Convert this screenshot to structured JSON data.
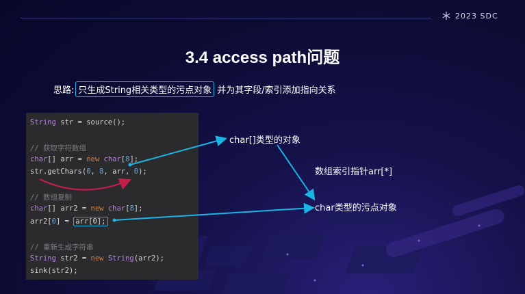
{
  "header": {
    "brand": "2023 SDC"
  },
  "slide": {
    "title": "3.4 access path问题",
    "thought_label": "思路:",
    "thought_highlight": "只生成String相关类型的污点对象",
    "thought_rest": "并为其字段/索引添加指向关系"
  },
  "code": {
    "line1_type": "String",
    "line1_rest": " str = source();",
    "comment1": "// 获取字符数组",
    "line3_type": "char",
    "line3_a": "[] arr = ",
    "line3_kw": "new",
    "line3_sp": " ",
    "line3_type2": "char",
    "line3_b": "[",
    "line3_num": "8",
    "line3_c": "];",
    "line4_a": "str.getChars(",
    "line4_n1": "0",
    "line4_b": ", ",
    "line4_n2": "8",
    "line4_c": ", arr, ",
    "line4_n3": "0",
    "line4_d": ");",
    "comment2": "// 数组复制",
    "line6_type": "char",
    "line6_a": "[] arr2 = ",
    "line6_kw": "new",
    "line6_sp": " ",
    "line6_type2": "char",
    "line6_b": "[",
    "line6_num": "8",
    "line6_c": "];",
    "line7_a": "arr2[",
    "line7_n1": "0",
    "line7_b": "] = ",
    "line7_box": "arr[0];",
    "comment3": "// 重新生成字符串",
    "line9_type": "String",
    "line9_a": " str2 = ",
    "line9_kw": "new",
    "line9_sp": " ",
    "line9_type2": "String",
    "line9_b": "(arr2);",
    "line10": "sink(str2);"
  },
  "annotations": {
    "char_array_object": "char[]类型的对象",
    "array_index_pointer": "数组索引指针arr[*]",
    "char_taint_object": "char类型的污点对象"
  },
  "colors": {
    "accent": "#19b6e6",
    "curve": "#c0204a",
    "code_bg": "#2b2b2e"
  }
}
